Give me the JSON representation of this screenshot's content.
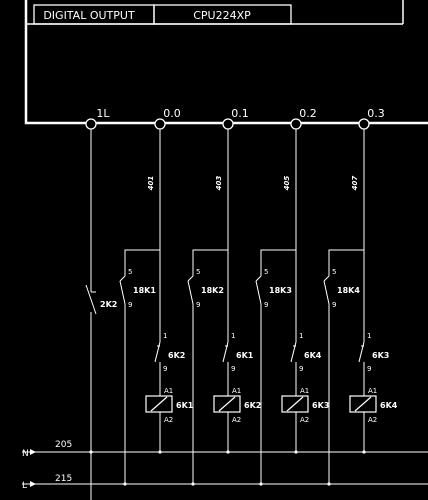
{
  "header": {
    "module_label": "DIGITAL OUTPUT",
    "cpu_label": "CPU224XP"
  },
  "terminals": [
    "1L",
    "0.0",
    "0.1",
    "0.2",
    "0.3"
  ],
  "wire_numbers": [
    "401",
    "403",
    "405",
    "407"
  ],
  "common_contact": {
    "name": "2K2"
  },
  "channels": [
    {
      "aux_contact": "18K1",
      "interlock": "6K2",
      "coil": "6K1"
    },
    {
      "aux_contact": "18K2",
      "interlock": "6K1",
      "coil": "6K2"
    },
    {
      "aux_contact": "18K3",
      "interlock": "6K4",
      "coil": "6K3"
    },
    {
      "aux_contact": "18K4",
      "interlock": "6K3",
      "coil": "6K4"
    }
  ],
  "contact_pins": {
    "top": "5",
    "bottom": "9"
  },
  "interlock_pins": {
    "top": "1",
    "bottom": "9"
  },
  "coil_pins": {
    "top": "A1",
    "bottom": "A2"
  },
  "rails": [
    {
      "label": "N",
      "number": "205"
    },
    {
      "label": "L",
      "number": "215"
    }
  ]
}
